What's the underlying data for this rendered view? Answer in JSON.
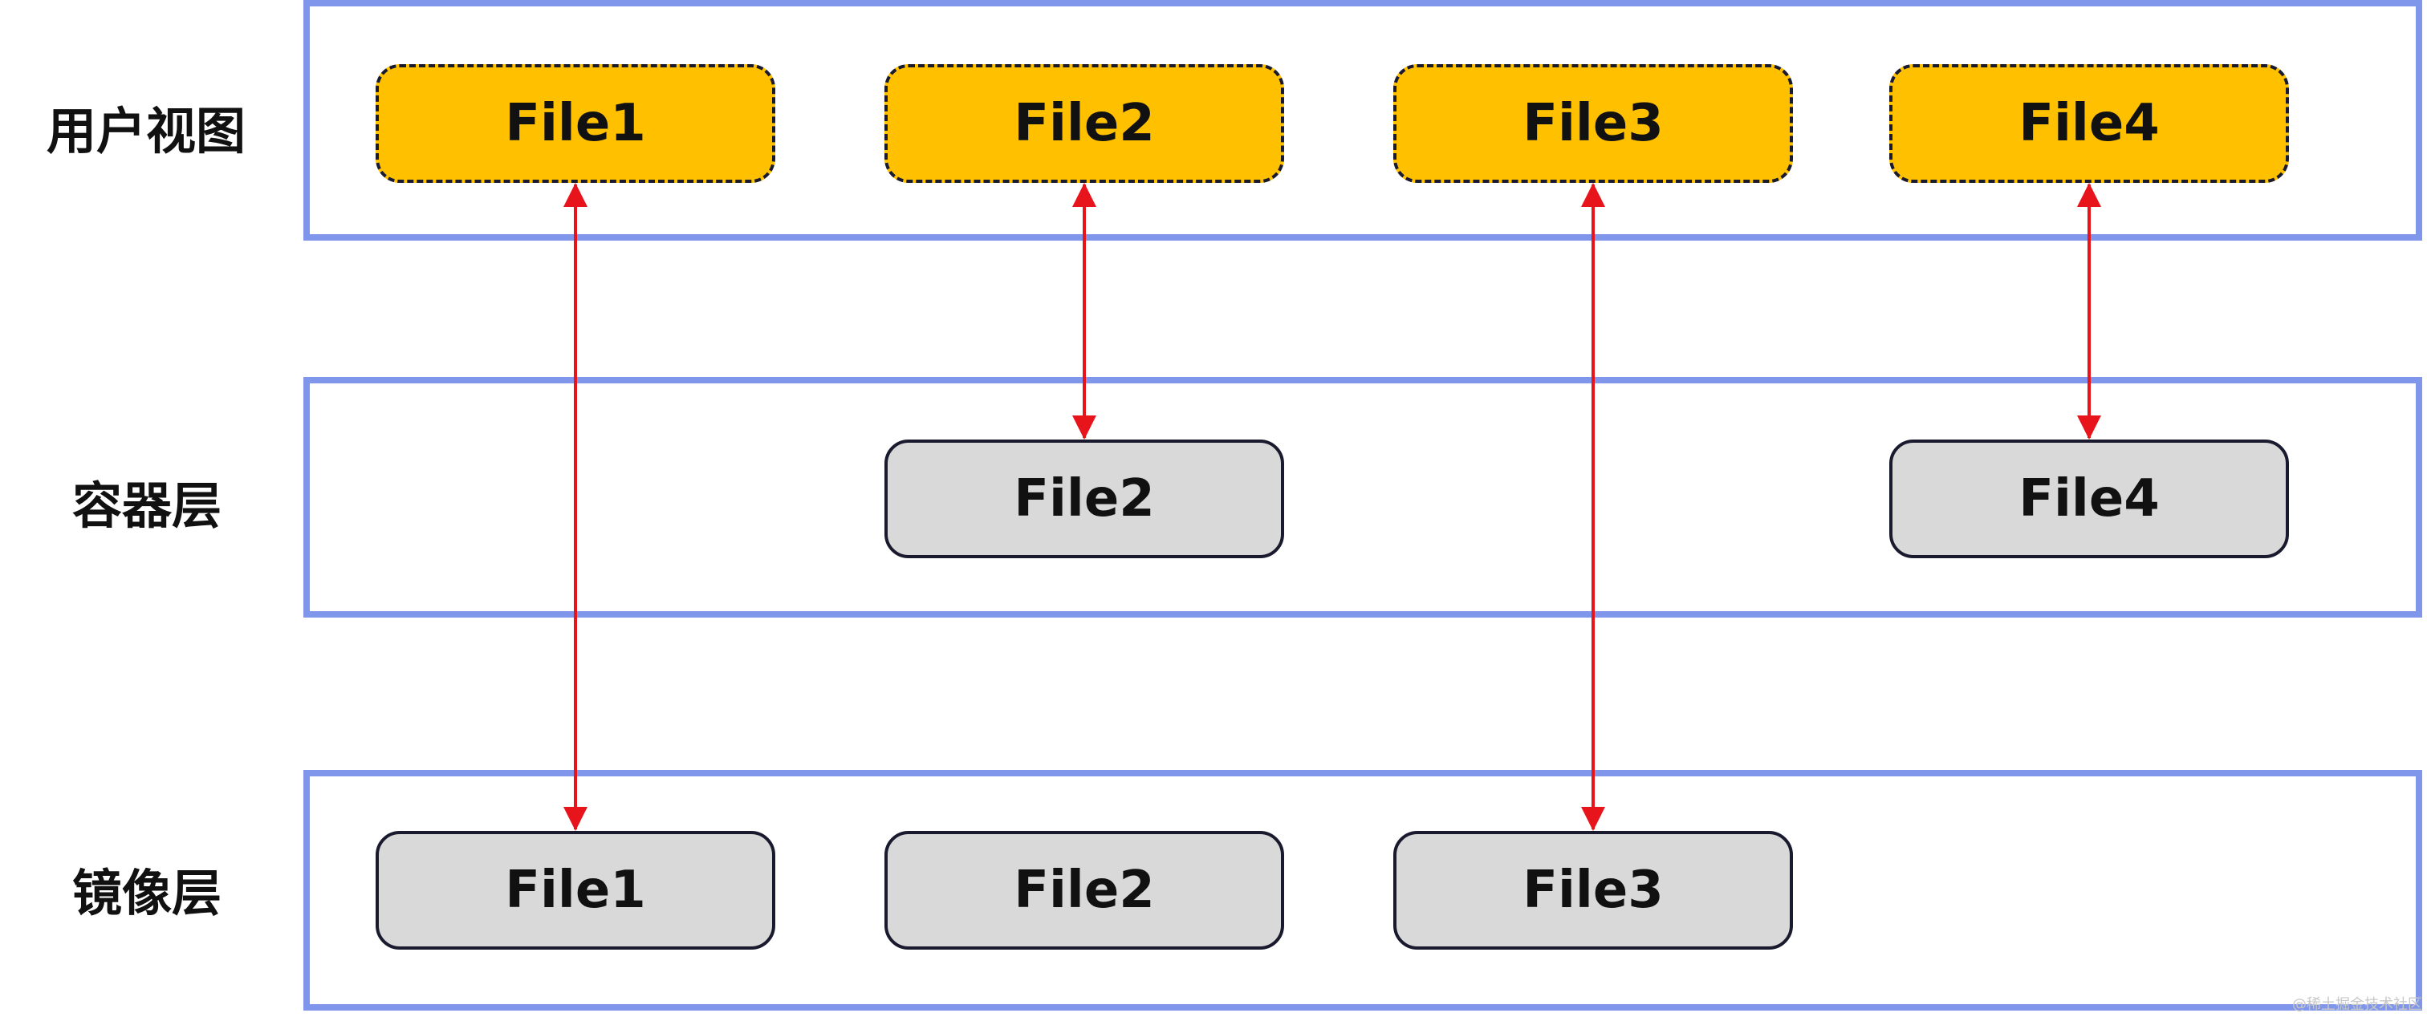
{
  "layers": {
    "user_view": {
      "label": "用户视图",
      "files": [
        "File1",
        "File2",
        "File3",
        "File4"
      ]
    },
    "container": {
      "label": "容器层",
      "files": [
        "File2",
        "File4"
      ]
    },
    "image": {
      "label": "镜像层",
      "files": [
        "File1",
        "File2",
        "File3"
      ]
    }
  },
  "colors": {
    "frame_border": "#7f96ea",
    "user_file_fill": "#ffc000",
    "layer_file_fill": "#d9d9d9",
    "arrow": "#e8141b"
  },
  "watermark": "@稀土掘金技术社区"
}
